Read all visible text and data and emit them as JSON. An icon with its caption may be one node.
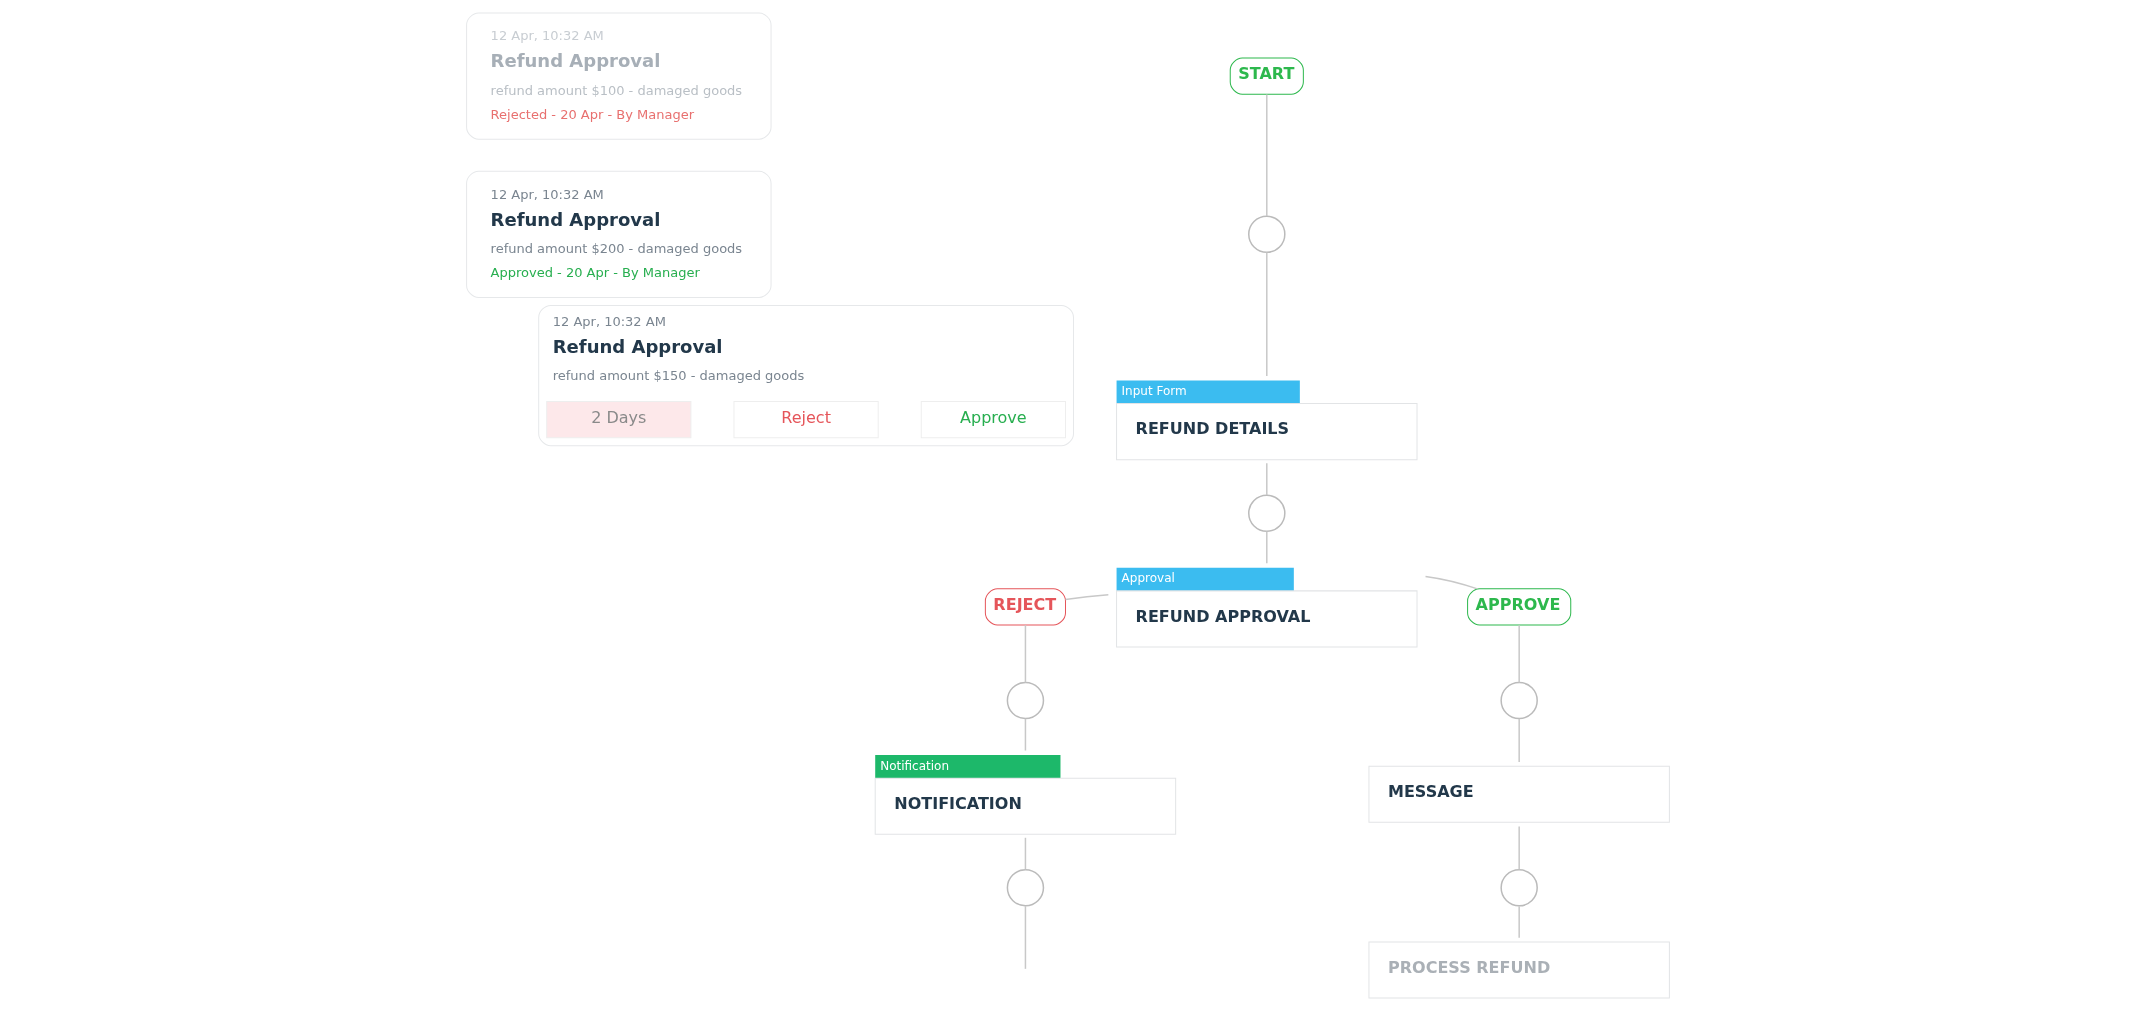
{
  "diagram": {
    "nodes": [
      {
        "text": [
          "12 Apr, 10:32 AM",
          "Refund Approval",
          "refund amount $100 - damaged goods",
          "Rejected - 20 Apr - By Manager"
        ]
      },
      {
        "text": [
          "12 Apr, 10:32 AM",
          "Refund Approval",
          "refund amount $200 - damaged goods",
          "Approved - 20 Apr - By Manager"
        ]
      },
      {
        "text": [
          "12 Apr, 10:32 AM",
          "Refund Approval",
          "refund amount $150 - damaged goods"
        ]
      },
      {
        "text": [
          "2 Days"
        ],
        "in": 2
      },
      {
        "text": [
          "Reject"
        ],
        "in": 2
      },
      {
        "text": [
          "Approve"
        ],
        "in": 2
      },
      {
        "text": [
          "START"
        ]
      },
      {
        "text": [],
        "shape": "circle"
      },
      {
        "text": [
          "Input Form",
          "REFUND DETAILS"
        ]
      },
      {
        "text": [],
        "shape": "circle"
      },
      {
        "text": [
          "Approval",
          "REFUND APPROVAL"
        ]
      },
      {
        "text": [
          "REJECT"
        ]
      },
      {
        "text": [
          "APPROVE"
        ]
      },
      {
        "text": [],
        "shape": "circle"
      },
      {
        "text": [],
        "shape": "circle"
      },
      {
        "text": [
          "Notification",
          "NOTIFICATION"
        ]
      },
      {
        "text": [
          "MESSAGE"
        ]
      },
      {
        "text": [],
        "shape": "circle"
      },
      {
        "text": [],
        "shape": "circle"
      },
      {
        "text": [
          "PROCESS REFUND"
        ]
      }
    ],
    "edges": [
      {
        "from": 6,
        "to": 7,
        "arrow": "none"
      },
      {
        "from": 7,
        "to": 8,
        "arrow": "none"
      },
      {
        "from": 8,
        "to": 9,
        "arrow": "none"
      },
      {
        "from": 9,
        "to": 10,
        "arrow": "none"
      },
      {
        "from": 10,
        "to": 11,
        "arrow": "none"
      },
      {
        "from": 10,
        "to": 12,
        "arrow": "none"
      },
      {
        "from": 11,
        "to": 13,
        "arrow": "none"
      },
      {
        "from": 12,
        "to": 14,
        "arrow": "none"
      },
      {
        "from": 13,
        "to": 15,
        "arrow": "none"
      },
      {
        "from": 14,
        "to": 16,
        "arrow": "none"
      },
      {
        "from": 15,
        "to": 17,
        "arrow": "none"
      },
      {
        "from": 16,
        "to": 18,
        "arrow": "none"
      },
      {
        "from": 18,
        "to": 19,
        "arrow": "none"
      },
      {
        "from": 17,
        "to": null,
        "arrow": "none"
      }
    ]
  }
}
